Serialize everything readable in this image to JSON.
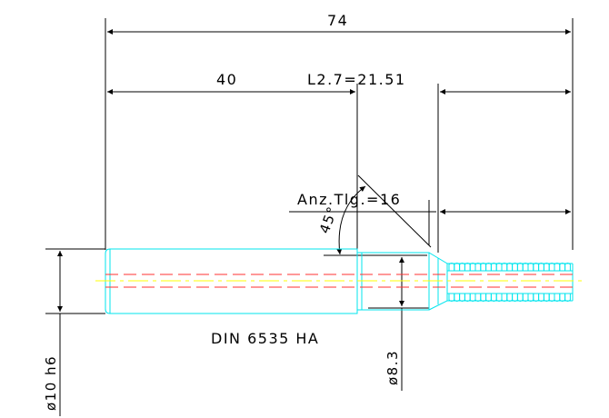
{
  "drawing": {
    "dimensions": {
      "overall_length": "74",
      "shank_length": "40",
      "thread_length": "L2.7=21.51",
      "thread_count": "Anz.Tlg.=16",
      "chamfer_angle": "45°",
      "shank_diameter": "ø10 h6",
      "neck_diameter": "ø8.3"
    },
    "standard_label": "DIN 6535 HA",
    "colors": {
      "background": "#ffffff",
      "lines": "#000000",
      "outline": "#00e5ee",
      "hidden_line": "#ff3030",
      "center_line": "#ffff00"
    }
  }
}
